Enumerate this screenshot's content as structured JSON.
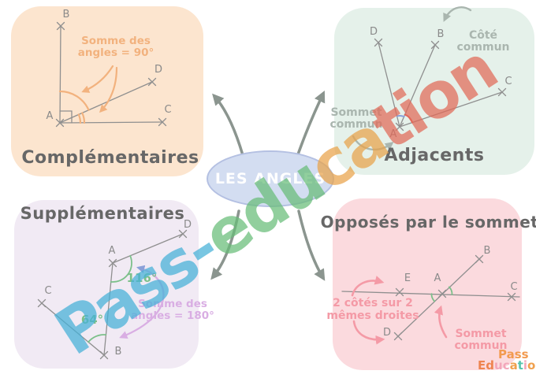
{
  "colors": {
    "panel-peach": "#fce5cf",
    "panel-mint": "#e5f1ea",
    "panel-lavender": "#f1eaf4",
    "panel-pink": "#fbdade",
    "ellipse-bg": "#d3ddf1",
    "ellipse-border": "#b4c0e2",
    "line-gray": "#8f8f8f",
    "label-gray": "#8a8a8a",
    "title-gray": "#676767",
    "arrow-gray": "#8b958f",
    "soft-gray": "#aab6af",
    "orange": "#f2b27e",
    "green": "#7cc08a",
    "purple": "#d9aee3",
    "pink": "#f49aa6",
    "blue": "#8aa0d8",
    "red": "#e0635a"
  },
  "center": {
    "label": "LES ANGLES"
  },
  "panels": {
    "complementaires": {
      "title": "Complémentaires",
      "annotation_line1": "Somme des",
      "annotation_line2": "angles = 90°",
      "points": {
        "a": "A",
        "b": "B",
        "c": "C",
        "d": "D"
      }
    },
    "adjacents": {
      "title": "Adjacents",
      "cote_line1": "Côté",
      "cote_line2": "commun",
      "sommet_line1": "Sommet",
      "sommet_line2": "commun",
      "points": {
        "a": "A",
        "b": "B",
        "c": "C",
        "d": "D"
      }
    },
    "supplementaires": {
      "title": "Supplémentaires",
      "angle_a": "116°",
      "angle_b": "64°",
      "annotation_line1": "Somme des",
      "annotation_line2": "angles = 180°",
      "points": {
        "a": "A",
        "b": "B",
        "c": "C",
        "d": "D"
      }
    },
    "opposes": {
      "title": "Opposés par le sommet",
      "annotation_line1": "2 côtés sur 2",
      "annotation_line2": "mêmes droites",
      "sommet_line1": "Sommet",
      "sommet_line2": "commun",
      "points": {
        "a": "A",
        "b": "B",
        "c": "C",
        "d": "D",
        "e": "E"
      }
    }
  },
  "watermark": {
    "segments": [
      {
        "text": "Pass-",
        "color": "#45b1d8"
      },
      {
        "text": "edu",
        "color": "#68bd78"
      },
      {
        "text": "ca",
        "color": "#e9a34a"
      },
      {
        "text": "tion",
        "color": "#e26a58"
      }
    ]
  },
  "logo": {
    "line1": {
      "text": "Pass",
      "color": "#f29a4f"
    },
    "line2_letters": [
      {
        "ch": "E",
        "color": "#ee8450"
      },
      {
        "ch": "d",
        "color": "#ee8450"
      },
      {
        "ch": "u",
        "color": "#f3a6ba"
      },
      {
        "ch": "c",
        "color": "#f3a6ba"
      },
      {
        "ch": "a",
        "color": "#f0a04e"
      },
      {
        "ch": "t",
        "color": "#58c3ae"
      },
      {
        "ch": "i",
        "color": "#f3a6ba"
      },
      {
        "ch": "o",
        "color": "#f0a04e"
      },
      {
        "ch": "n",
        "color": "#58c3ae"
      }
    ]
  }
}
